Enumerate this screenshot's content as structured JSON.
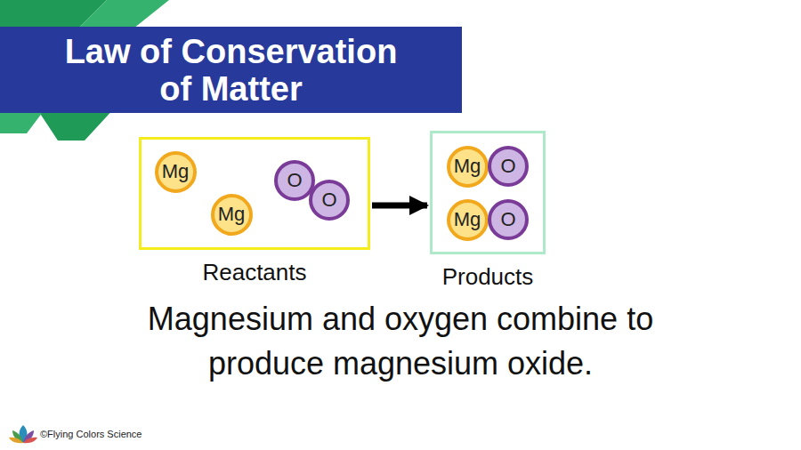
{
  "diagram": {
    "title": "Law of Conservation of Matter",
    "caption": "Magnesium and oxygen combine to produce magnesium oxide.",
    "nodes": [
      {
        "text": [
          "Reactants"
        ]
      },
      {
        "text": [
          "Mg"
        ],
        "in": 0
      },
      {
        "text": [
          "Mg"
        ],
        "in": 0
      },
      {
        "text": [
          "O"
        ],
        "in": 0
      },
      {
        "text": [
          "O"
        ],
        "in": 0
      },
      {
        "text": [
          "Products"
        ]
      },
      {
        "text": [
          "Mg"
        ],
        "in": 5
      },
      {
        "text": [
          "O"
        ],
        "in": 5
      },
      {
        "text": [
          "Mg"
        ],
        "in": 5
      },
      {
        "text": [
          "O"
        ],
        "in": 5
      }
    ],
    "edges": [
      {
        "from": 0,
        "to": 5,
        "arrow": "to"
      }
    ],
    "labels": [
      "©Flying Colors Science"
    ]
  }
}
